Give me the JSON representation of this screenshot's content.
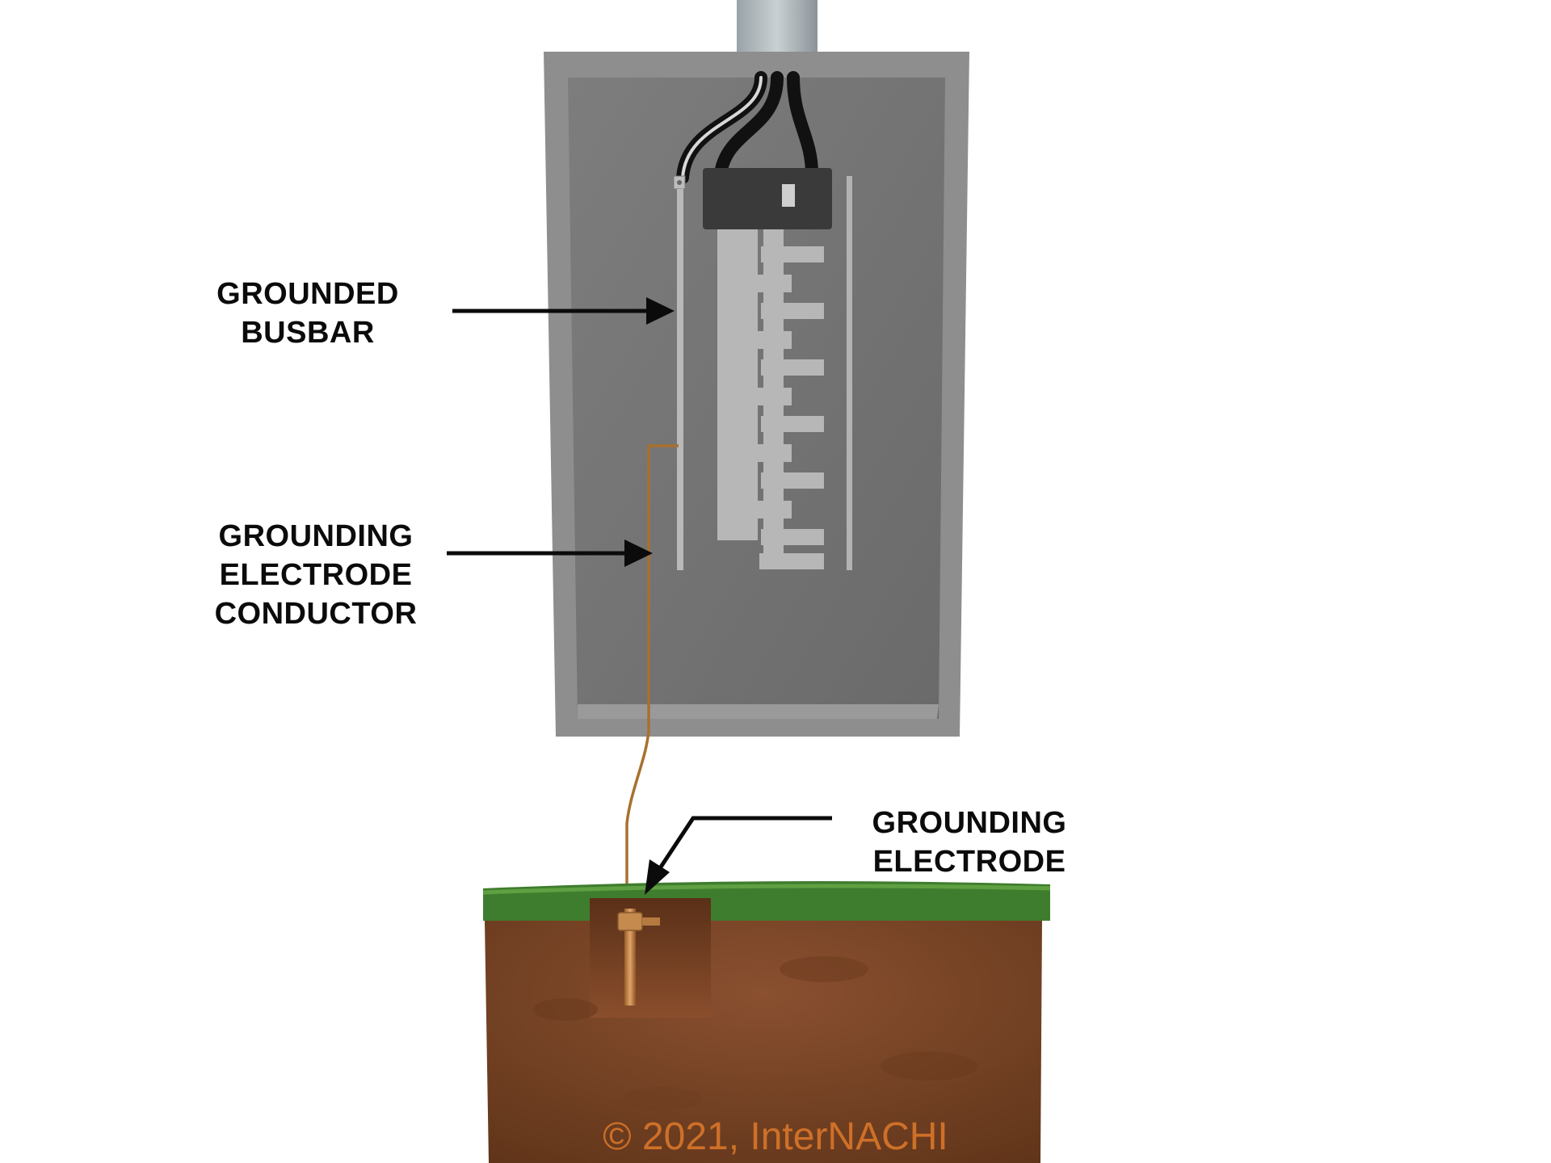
{
  "labels": {
    "grounded_busbar": [
      "GROUNDED",
      "BUSBAR"
    ],
    "grounding_electrode_conductor": [
      "GROUNDING",
      "ELECTRODE",
      "CONDUCTOR"
    ],
    "grounding_electrode": [
      "GROUNDING",
      "ELECTRODE"
    ]
  },
  "copyright": "© 2021, InterNACHI",
  "colors": {
    "panel_outer": "#8c8c8c",
    "panel_inner": "#767676",
    "busbar": "#b9b9b9",
    "copper_wire": "#a8702f",
    "soil": "#7a4424",
    "grass": "#3f7d2e",
    "arrow": "#0b0b0b",
    "watermark": "#e07a2a"
  }
}
